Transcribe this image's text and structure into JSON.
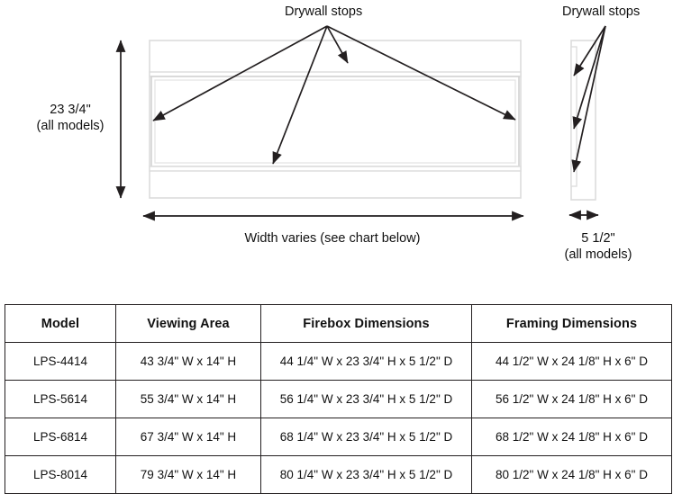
{
  "diagram": {
    "front_view": {
      "callout_label": "Drywall stops",
      "height_dimension": "23 3/4\"",
      "height_dimension_note": "(all models)",
      "width_dimension": "Width varies (see chart below)"
    },
    "side_view": {
      "callout_label": "Drywall stops",
      "depth_dimension": "5 1/2\"",
      "depth_dimension_note": "(all models)"
    }
  },
  "table": {
    "columns": [
      "Model",
      "Viewing Area",
      "Firebox Dimensions",
      "Framing Dimensions"
    ],
    "rows": [
      {
        "model": "LPS-4414",
        "viewing_area": "43 3/4\" W x 14\" H",
        "firebox_dimensions": "44 1/4\" W x 23 3/4\" H x 5 1/2\" D",
        "framing_dimensions": "44 1/2\" W x 24 1/8\" H x 6\" D"
      },
      {
        "model": "LPS-5614",
        "viewing_area": "55 3/4\" W x 14\" H",
        "firebox_dimensions": "56 1/4\" W x 23 3/4\" H x 5 1/2\" D",
        "framing_dimensions": "56 1/2\" W x 24 1/8\" H x 6\" D"
      },
      {
        "model": "LPS-6814",
        "viewing_area": "67 3/4\" W x 14\" H",
        "firebox_dimensions": "68 1/4\" W x 23 3/4\" H x 5 1/2\" D",
        "framing_dimensions": "68 1/2\" W x 24 1/8\" H x 6\" D"
      },
      {
        "model": "LPS-8014",
        "viewing_area": "79 3/4\" W x 14\" H",
        "firebox_dimensions": "80 1/4\" W x 23 3/4\" H x 5 1/2\" D",
        "framing_dimensions": "80 1/2\" W x 24 1/8\" H x 6\" D"
      }
    ]
  },
  "colors": {
    "line": "#231f20",
    "outline": "#d9d9d9",
    "text": "#111111",
    "background": "#ffffff"
  }
}
